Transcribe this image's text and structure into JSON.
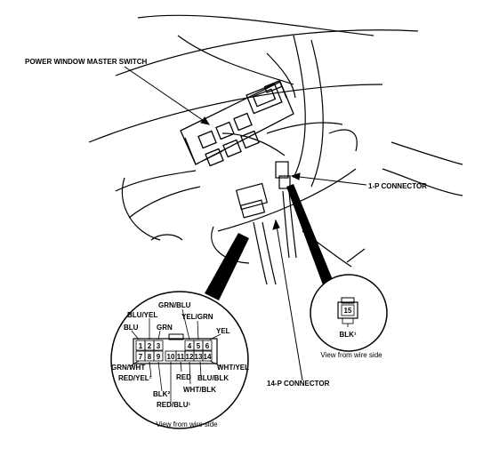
{
  "labels": {
    "master_switch": "POWER WINDOW MASTER SWITCH",
    "one_p_connector": "1-P CONNECTOR",
    "fourteen_p_connector": "14-P CONNECTOR"
  },
  "connector_14p": {
    "view_caption": "View from wire side",
    "pins_top": [
      "1",
      "2",
      "3",
      "4",
      "5",
      "6"
    ],
    "pins_bottom": [
      "7",
      "8",
      "9",
      "10",
      "11",
      "12",
      "13",
      "14"
    ],
    "wires": {
      "blu_yel": "BLU/YEL",
      "grn_blu": "GRN/BLU",
      "yel_grn": "YEL/GRN",
      "blu": "BLU",
      "grn": "GRN",
      "yel": "YEL",
      "grn_wht": "GRN/WHT",
      "wht_yel": "WHT/YEL",
      "red_yel": "RED/YEL¹",
      "blu_blk": "BLU/BLK",
      "red": "RED",
      "wht_blk": "WHT/BLK",
      "blk": "BLK²",
      "red_blu": "RED/BLU¹"
    }
  },
  "connector_1p": {
    "pin": "15",
    "wire": "BLK¹",
    "view_caption": "View from wire side"
  }
}
